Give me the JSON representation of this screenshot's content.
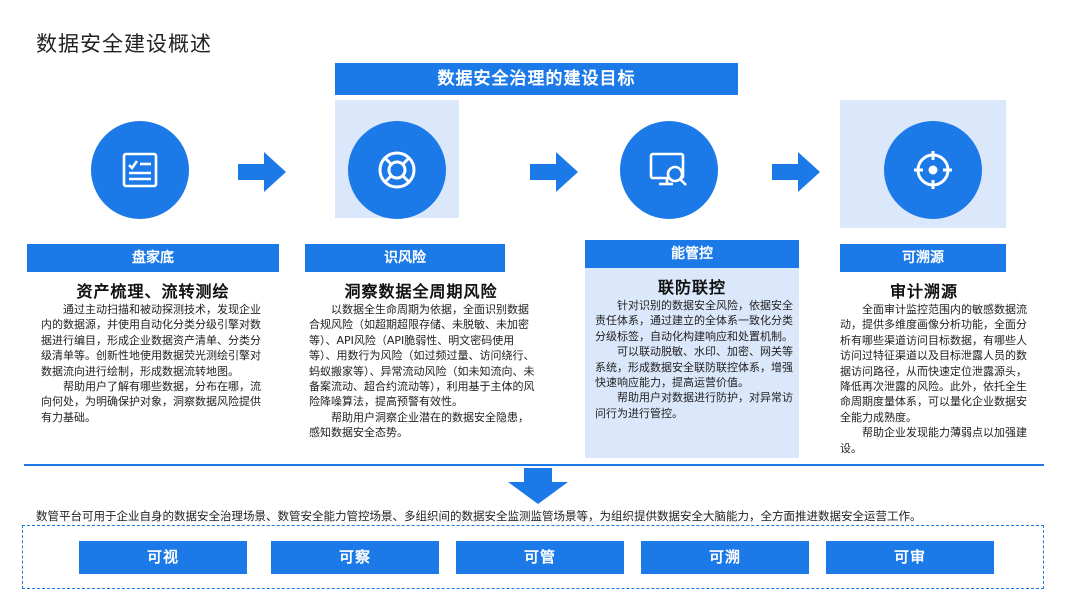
{
  "page_title": "数据安全建设概述",
  "goal_banner": "数据安全治理的建设目标",
  "colors": {
    "accent": "#1c7ae8",
    "highlight": "#dbe8fb"
  },
  "cards": [
    {
      "icon": "checklist-icon",
      "tab": "盘家底",
      "title": "资产梳理、流转测绘",
      "paragraphs": [
        "通过主动扫描和被动探测技术，发现企业内的数据源，并使用自动化分类分级引擎对数据进行编目，形成企业数据资产清单、分类分级清单等。创新性地使用数据荧光测绘引擎对数据流向进行绘制，形成数据流转地图。",
        "帮助用户了解有哪些数据，分布在哪，流向何处，为明确保护对象，洞察数据风险提供有力基础。"
      ]
    },
    {
      "icon": "lifebuoy-icon",
      "tab": "识风险",
      "title": "洞察数据全周期风险",
      "paragraphs": [
        "以数据全生命周期为依据，全面识别数据合规风险（如超期超限存储、未脱敏、未加密等）、API风险（API脆弱性、明文密码使用等）、用数行为风险（如过频过量、访问绕行、蚂蚁搬家等）、异常流动风险（如未知流向、未备案流动、超合约流动等），利用基于主体的风险降噪算法，提高预警有效性。",
        "帮助用户洞察企业潜在的数据安全隐患，感知数据安全态势。"
      ]
    },
    {
      "icon": "monitor-search-icon",
      "tab": "能管控",
      "title": "联防联控",
      "paragraphs": [
        "针对识别的数据安全风险，依据安全责任体系，通过建立的全体系一致化分类分级标签，自动化构建响应和处置机制。",
        "可以联动脱敏、水印、加密、网关等系统，形成数据安全联防联控体系，增强快速响应能力，提高运营价值。",
        "帮助用户对数据进行防护，对异常访问行为进行管控。"
      ]
    },
    {
      "icon": "crosshair-icon",
      "tab": "可溯源",
      "title": "审计溯源",
      "paragraphs": [
        "全面审计监控范围内的敏感数据流动，提供多维度画像分析功能，全面分析有哪些渠道访问目标数据，有哪些人访问过特征渠道以及目标泄露人员的数据访问路径，从而快速定位泄露源头，降低再次泄露的风险。此外，依托全生命周期度量体系，可以量化企业数据安全能力成熟度。",
        "帮助企业发现能力薄弱点以加强建设。"
      ]
    }
  ],
  "summary": "数管平台可用于企业自身的数据安全治理场景、数管安全能力管控场景、多组织间的数据安全监测监管场景等，为组织提供数据安全大脑能力，全方面推进数据安全运营工作。",
  "capabilities": [
    "可视",
    "可察",
    "可管",
    "可溯",
    "可审"
  ]
}
